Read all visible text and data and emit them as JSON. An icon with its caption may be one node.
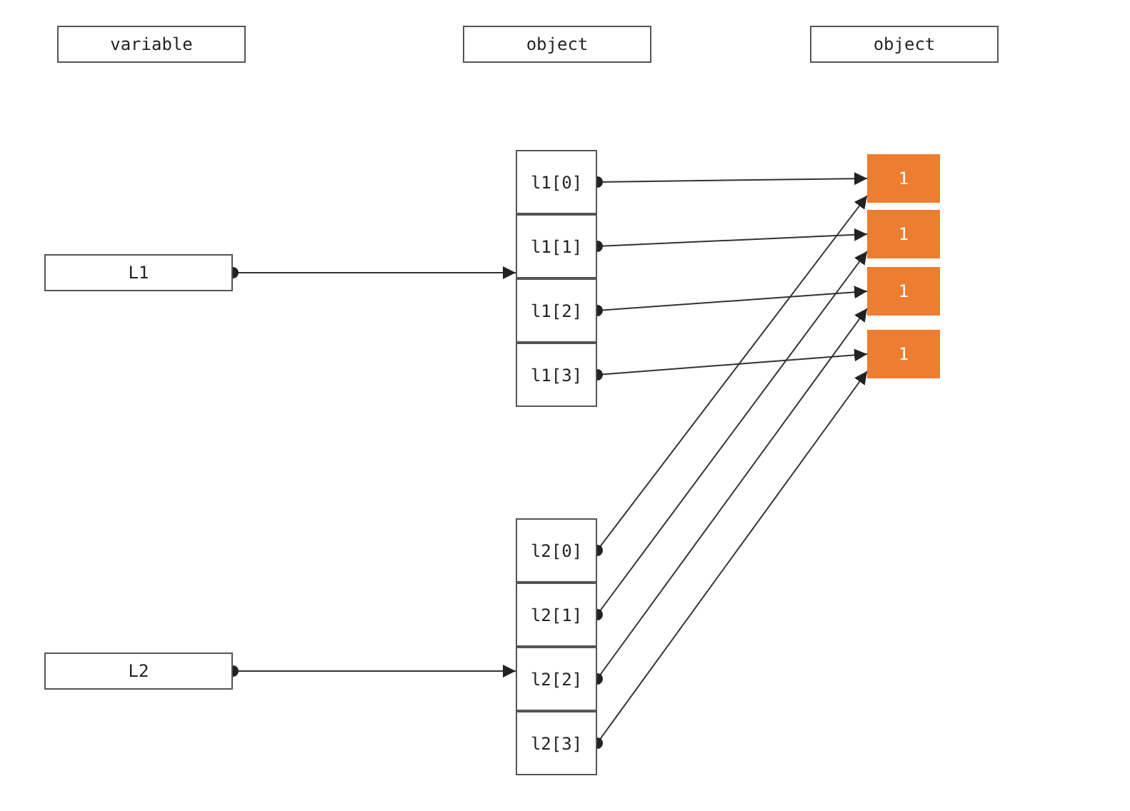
{
  "diagram": {
    "nodes": [
      {
        "text": [
          "variable"
        ]
      },
      {
        "text": [
          "object"
        ]
      },
      {
        "text": [
          "object"
        ]
      },
      {
        "text": [
          "L1"
        ]
      },
      {
        "text": [
          "L2"
        ]
      },
      {
        "text": [
          "l1[0]"
        ]
      },
      {
        "text": [
          "l1[1]"
        ]
      },
      {
        "text": [
          "l1[2]"
        ]
      },
      {
        "text": [
          "l1[3]"
        ]
      },
      {
        "text": [
          "l2[0]"
        ]
      },
      {
        "text": [
          "l2[1]"
        ]
      },
      {
        "text": [
          "l2[2]"
        ]
      },
      {
        "text": [
          "l2[3]"
        ]
      },
      {
        "text": [
          "1"
        ]
      },
      {
        "text": [
          "1"
        ]
      },
      {
        "text": [
          "1"
        ]
      },
      {
        "text": [
          "1"
        ]
      }
    ],
    "edges": [
      {
        "from": 3,
        "to": 6,
        "arrow": "to"
      },
      {
        "from": 4,
        "to": 11,
        "arrow": "to"
      },
      {
        "from": 5,
        "to": 13,
        "arrow": "to"
      },
      {
        "from": 6,
        "to": 14,
        "arrow": "to"
      },
      {
        "from": 7,
        "to": 15,
        "arrow": "to"
      },
      {
        "from": 8,
        "to": 16,
        "arrow": "to"
      },
      {
        "from": 9,
        "to": 13,
        "arrow": "to"
      },
      {
        "from": 10,
        "to": 14,
        "arrow": "to"
      },
      {
        "from": 11,
        "to": 15,
        "arrow": "to"
      },
      {
        "from": 12,
        "to": 16,
        "arrow": "to"
      }
    ]
  }
}
